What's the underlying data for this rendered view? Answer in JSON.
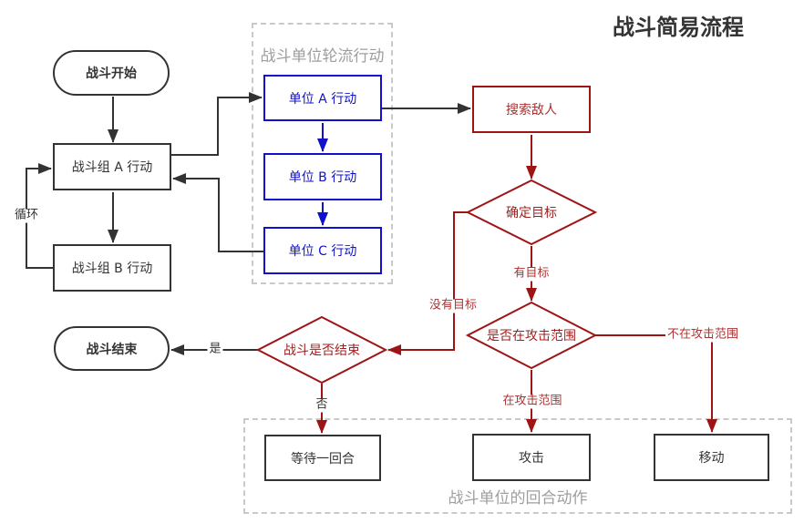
{
  "title": "战斗简易流程",
  "colors": {
    "shape_black": "#333333",
    "shape_blue": "#1111cc",
    "shape_red": "#9e1414",
    "red_label_text": "#ae3434",
    "container_border": "#c9c9c9",
    "container_label_text": "#9e9e9e",
    "background": "#ffffff"
  },
  "nodes": {
    "start": {
      "label": "战斗开始",
      "shape": "stadium"
    },
    "group_a": {
      "label": "战斗组 A 行动",
      "shape": "rect"
    },
    "group_b": {
      "label": "战斗组 B 行动",
      "shape": "rect"
    },
    "end": {
      "label": "战斗结束",
      "shape": "stadium"
    },
    "unit_a": {
      "label": "单位 A 行动",
      "shape": "rect"
    },
    "unit_b": {
      "label": "单位 B 行动",
      "shape": "rect"
    },
    "unit_c": {
      "label": "单位 C 行动",
      "shape": "rect"
    },
    "search": {
      "label": "搜索敌人",
      "shape": "rect"
    },
    "decide_target": {
      "label": "确定目标",
      "shape": "diamond"
    },
    "in_range": {
      "label": "是否在攻击范围",
      "shape": "diamond"
    },
    "battle_over": {
      "label": "战斗是否结束",
      "shape": "diamond"
    },
    "wait": {
      "label": "等待一回合",
      "shape": "rect"
    },
    "attack": {
      "label": "攻击",
      "shape": "rect"
    },
    "move": {
      "label": "移动",
      "shape": "rect"
    }
  },
  "containers": {
    "turns": {
      "label": "战斗单位轮流行动"
    },
    "actions": {
      "label": "战斗单位的回合动作"
    }
  },
  "edge_labels": {
    "loop": "循环",
    "yes": "是",
    "no": "否",
    "has_target": "有目标",
    "no_target": "没有目标",
    "in_attack_range": "在攻击范围",
    "not_in_attack_range": "不在攻击范围"
  }
}
